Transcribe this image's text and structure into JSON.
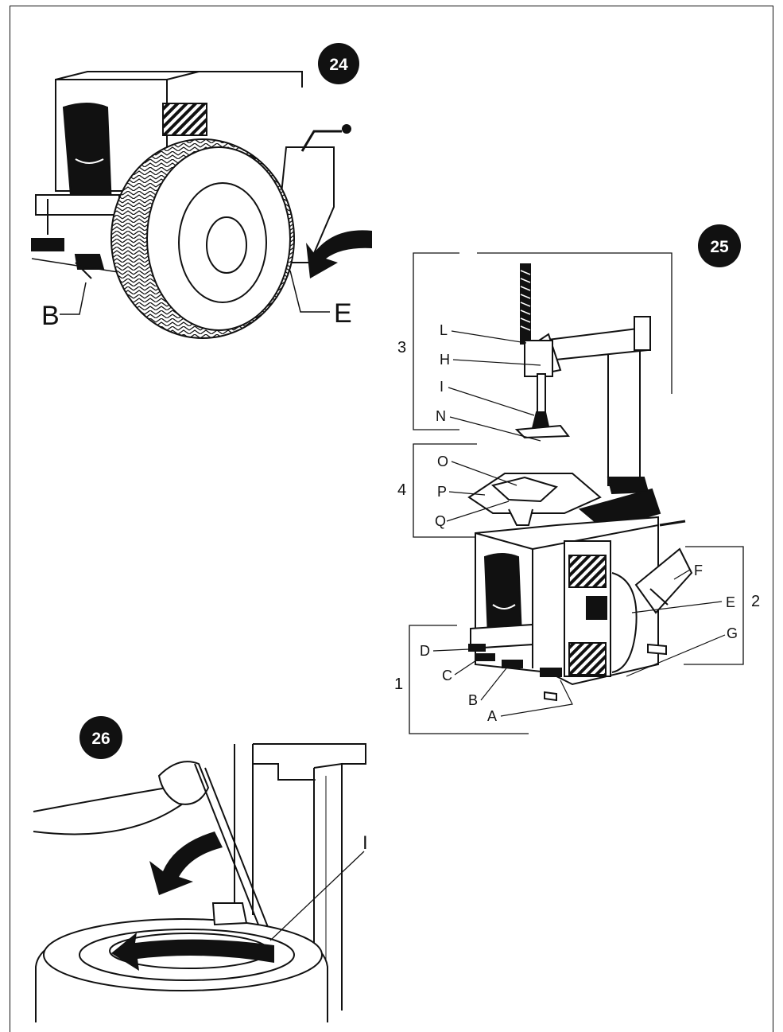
{
  "figures": [
    {
      "badge": "24",
      "labels": {
        "B": "B",
        "E": "E"
      }
    },
    {
      "badge": "25",
      "labels": {
        "L": "L",
        "H": "H",
        "I": "I",
        "N": "N",
        "O": "O",
        "P": "P",
        "Q": "Q",
        "F": "F",
        "E": "E",
        "G": "G",
        "D": "D",
        "C": "C",
        "B": "B",
        "A": "A"
      },
      "groups": {
        "g1": "1",
        "g2": "2",
        "g3": "3",
        "g4": "4"
      }
    },
    {
      "badge": "26",
      "labels": {
        "I": "I"
      }
    }
  ]
}
